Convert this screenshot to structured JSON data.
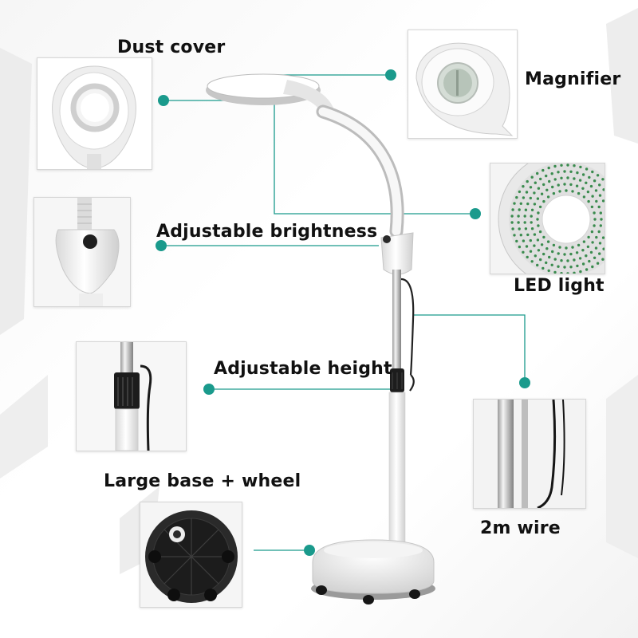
{
  "labels": {
    "dust_cover": "Dust cover",
    "magnifier": "Magnifier",
    "adjustable_brightness": "Adjustable brightness",
    "led_light": "LED light",
    "adjustable_height": "Adjustable height",
    "wire": "2m wire",
    "base": "Large base + wheel"
  },
  "colors": {
    "accent": "#1a9a8c",
    "leader_line": "#1a9a8c",
    "lamp_white": "#ffffff",
    "text": "#111111"
  }
}
